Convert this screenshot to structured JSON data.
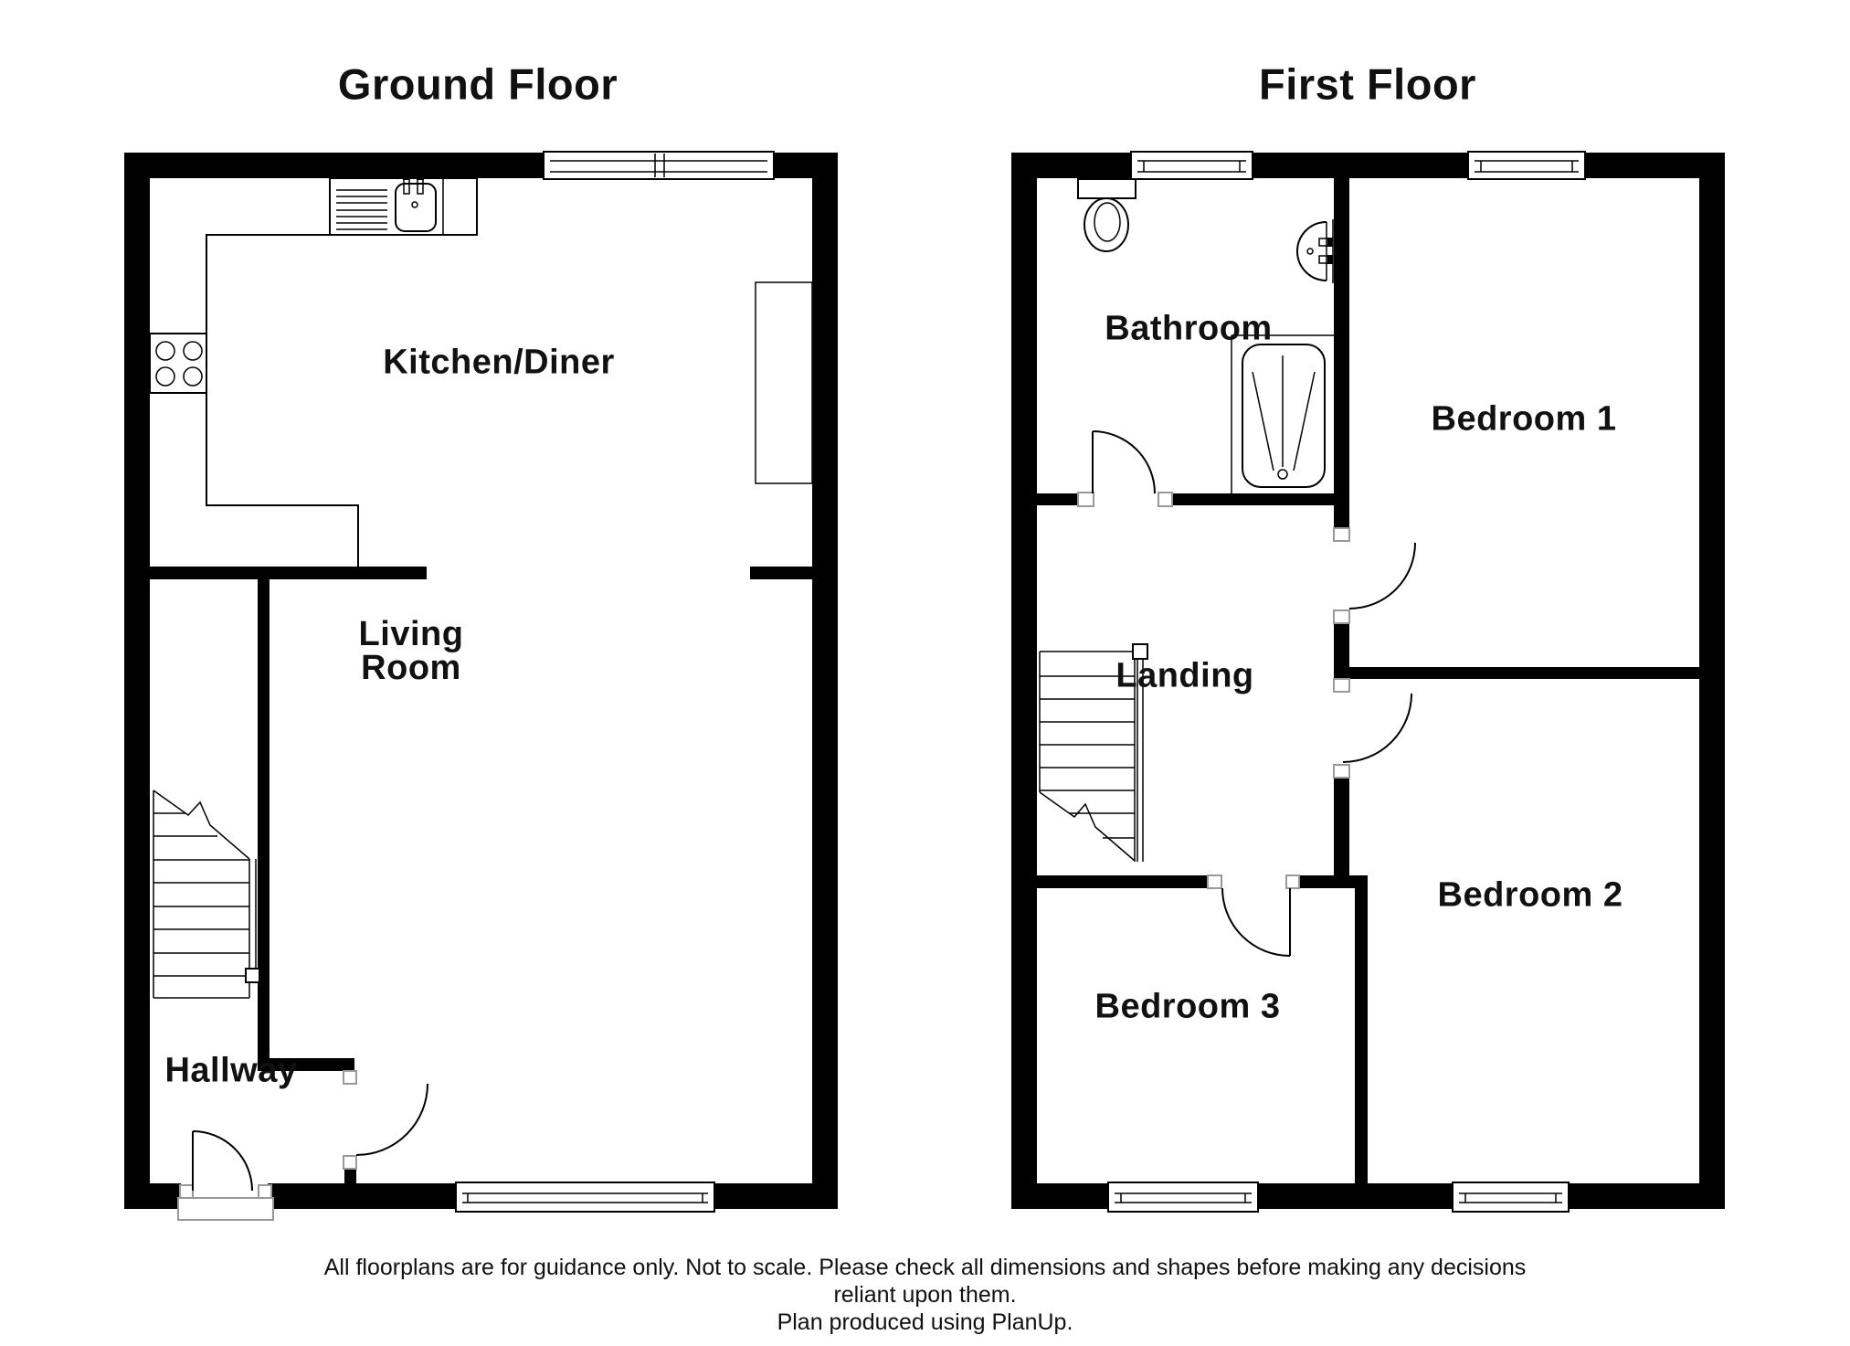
{
  "page": {
    "background": "#ffffff"
  },
  "colors": {
    "wall": "#000000",
    "line": "#000000",
    "jamb_border": "#999999",
    "text": "#111111"
  },
  "ground_floor": {
    "title": "Ground Floor",
    "rooms": {
      "kitchen": "Kitchen/Diner",
      "living_line1": "Living",
      "living_line2": "Room",
      "hallway": "Hallway"
    }
  },
  "first_floor": {
    "title": "First Floor",
    "rooms": {
      "bathroom": "Bathroom",
      "landing": "Landing",
      "bedroom1": "Bedroom 1",
      "bedroom2": "Bedroom 2",
      "bedroom3": "Bedroom 3"
    }
  },
  "footer": {
    "line1": "All floorplans are for guidance only. Not to scale. Please check all dimensions and shapes before making any decisions",
    "line2": "reliant upon them.",
    "line3": "Plan produced using PlanUp."
  }
}
